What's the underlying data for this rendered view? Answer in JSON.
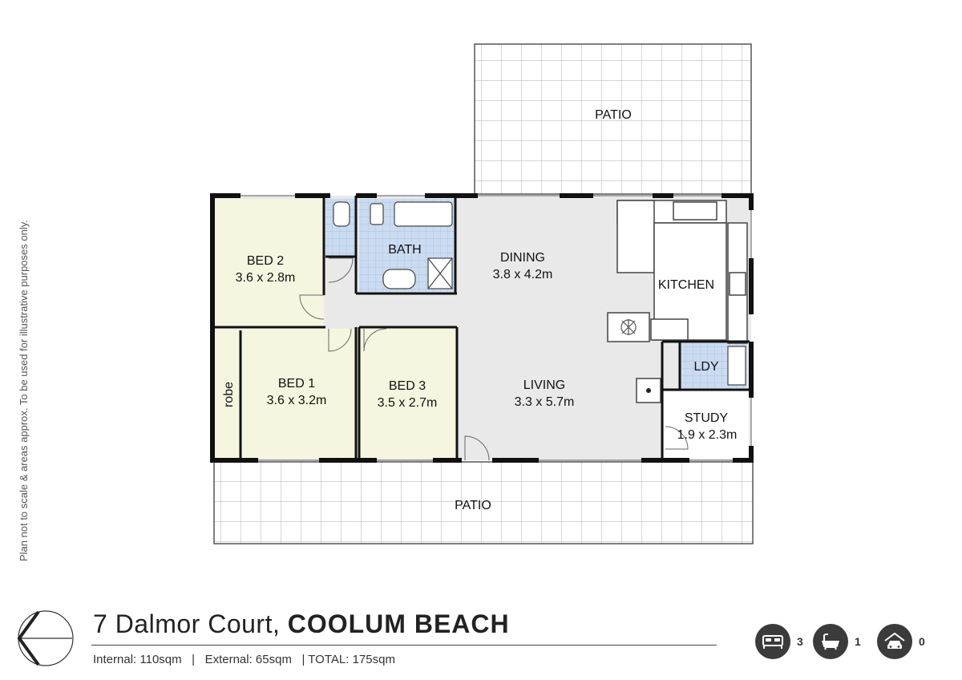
{
  "disclaimer": "Plan not to scale & areas approx. To be used for illustrative purposes only.",
  "title": {
    "street": "7 Dalmor Court,",
    "suburb": "COOLUM BEACH"
  },
  "areas": {
    "internal": "Internal: 110sqm",
    "sep1": "|",
    "external": "External: 65sqm",
    "sep2": "|",
    "total": "TOTAL: 175sqm"
  },
  "rooms": {
    "patio_top": "PATIO",
    "patio_bottom": "PATIO",
    "bed2": {
      "name": "BED 2",
      "dims": "3.6 x 2.8m"
    },
    "bath": {
      "name": "BATH"
    },
    "dining": {
      "name": "DINING",
      "dims": "3.8 x 4.2m"
    },
    "kitchen": {
      "name": "KITCHEN"
    },
    "bed1": {
      "name": "BED 1",
      "dims": "3.6 x 3.2m"
    },
    "robe": "robe",
    "bed3": {
      "name": "BED 3",
      "dims": "3.5 x 2.7m"
    },
    "living": {
      "name": "LIVING",
      "dims": "3.3 x 5.7m"
    },
    "ldy": {
      "name": "LDY"
    },
    "study": {
      "name": "STUDY",
      "dims": "1.9 x 2.3m"
    }
  },
  "stats": {
    "bedrooms": "3",
    "bathrooms": "1",
    "parking": "0"
  },
  "icons": {
    "compass": "north-arrow-icon",
    "bed": "bed-icon",
    "bath": "bathtub-icon",
    "car": "car-icon"
  },
  "colors": {
    "wall": "#111111",
    "floor": "#e9e9e9",
    "bedroom_fill": "#f6f6e0",
    "wet_area": "#c9dcf2",
    "patio_grid": "#bdbdbd",
    "badge": "#3b3b3b"
  }
}
